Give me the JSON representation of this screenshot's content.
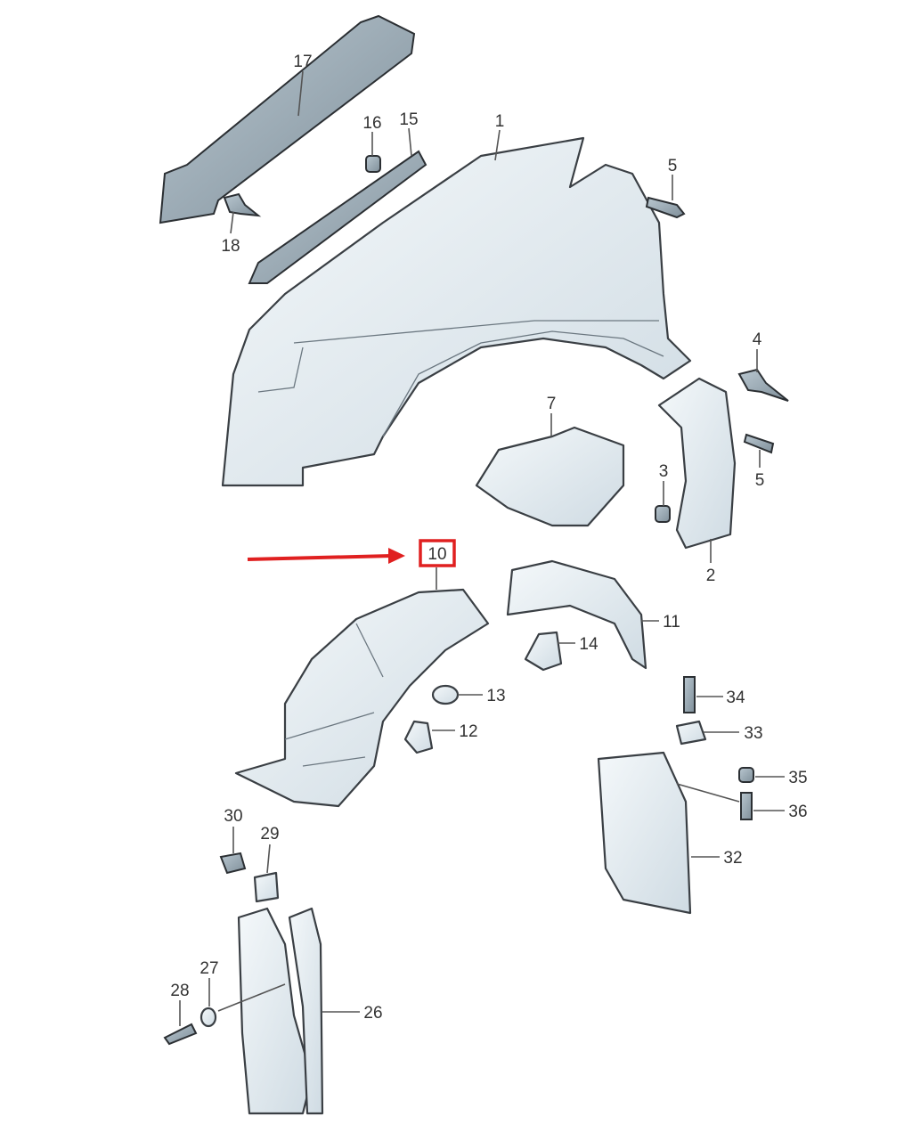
{
  "diagram": {
    "highlighted_part": "10",
    "highlight_color": "#e02020",
    "callouts": [
      "17",
      "16",
      "15",
      "1",
      "5",
      "18",
      "4",
      "7",
      "3",
      "5",
      "2",
      "10",
      "11",
      "14",
      "13",
      "12",
      "34",
      "33",
      "35",
      "36",
      "32",
      "30",
      "29",
      "27",
      "28",
      "26"
    ]
  }
}
